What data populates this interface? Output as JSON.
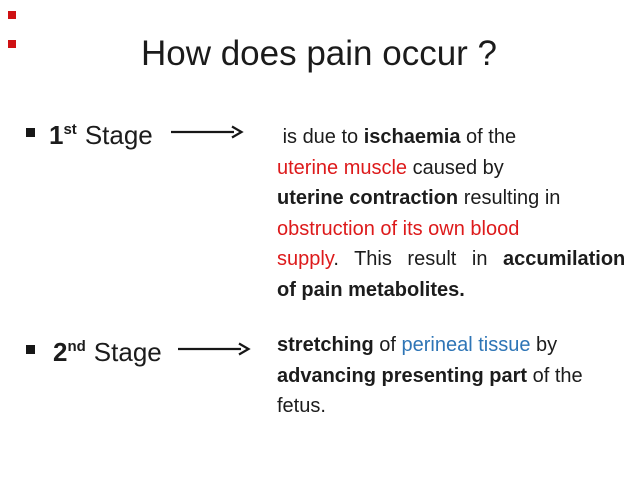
{
  "slide": {
    "title": "How does pain occur ?",
    "colors": {
      "red_text": "#dd1a1b",
      "blue_text": "#2e75b6",
      "body_text": "#1c1c1c"
    },
    "stage1": {
      "number": "1",
      "ordinal": "st",
      "word": "Stage",
      "lines": [
        {
          "segments": [
            {
              "text": " is due to ",
              "style": "plain"
            },
            {
              "text": "ischaemia",
              "style": "bold"
            },
            {
              "text": " of the",
              "style": "plain"
            }
          ]
        },
        {
          "segments": [
            {
              "text": "uterine muscle",
              "style": "red"
            },
            {
              "text": " caused by",
              "style": "plain"
            }
          ]
        },
        {
          "segments": [
            {
              "text": "uterine contraction",
              "style": "bold"
            },
            {
              "text": " resulting in",
              "style": "plain"
            }
          ]
        },
        {
          "segments": [
            {
              "text": "obstruction of its own blood",
              "style": "red"
            }
          ]
        },
        {
          "justify": true,
          "segments": [
            {
              "text": "supply",
              "style": "red"
            },
            {
              "text": ". This result in ",
              "style": "plain"
            },
            {
              "text": "accumilation",
              "style": "bold"
            }
          ]
        },
        {
          "segments": [
            {
              "text": "of pain metabolites.",
              "style": "bold"
            }
          ]
        }
      ]
    },
    "stage2": {
      "number": "2",
      "ordinal": "nd",
      "word": "Stage",
      "lines": [
        {
          "segments": [
            {
              "text": "stretching",
              "style": "bold"
            },
            {
              "text": " of ",
              "style": "plain"
            },
            {
              "text": "perineal tissue",
              "style": "blue"
            },
            {
              "text": " by",
              "style": "plain"
            }
          ]
        },
        {
          "segments": [
            {
              "text": "advancing presenting part",
              "style": "bold"
            },
            {
              "text": " of the",
              "style": "plain"
            }
          ]
        },
        {
          "segments": [
            {
              "text": "fetus.",
              "style": "plain"
            }
          ]
        }
      ]
    }
  }
}
